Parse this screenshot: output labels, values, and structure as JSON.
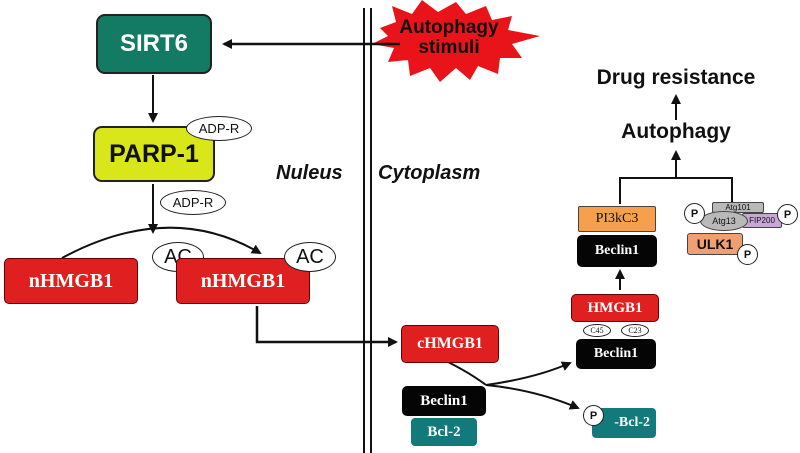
{
  "stimulus": {
    "line1": "Autophagy",
    "line2": "stimuli"
  },
  "compartments": {
    "nucleus": "Nuleus",
    "cytoplasm": "Cytoplasm"
  },
  "nodes": {
    "sirt6": "SIRT6",
    "parp1": "PARP-1",
    "adpr_top": "ADP-R",
    "adpr_mid": "ADP-R",
    "nhmgb1_left": "nHMGB1",
    "nhmgb1_right": "nHMGB1",
    "ac_left": "AC",
    "ac_right": "AC",
    "chmgb1": "cHMGB1",
    "beclin1_bcl2": "Beclin1",
    "bcl2": "Bcl-2",
    "p_bcl2_p": "P",
    "p_bcl2_label": "-Bcl-2",
    "hmgb1": "HMGB1",
    "c45": "C45",
    "c23": "C23",
    "beclin1_lower": "Beclin1",
    "beclin1_upper": "Beclin1",
    "pi3kc3": "PI3kC3",
    "atg101": "Atg101",
    "atg13": "Atg13",
    "fip200": "FIP200",
    "ulk1": "ULK1",
    "p_atg13": "P",
    "p_fip200": "P",
    "p_ulk1": "P"
  },
  "outcomes": {
    "autophagy": "Autophagy",
    "drug_resistance": "Drug resistance"
  },
  "colors": {
    "sirt6": "#137a63",
    "parp1": "#d8e61a",
    "red_box": "#e02020",
    "black_box": "#050505",
    "teal_box": "#127a7a",
    "orange_box": "#f6a04e",
    "ulk1": "#f0a070",
    "purple": "#c9a6d8",
    "starburst": "#e8141a"
  }
}
